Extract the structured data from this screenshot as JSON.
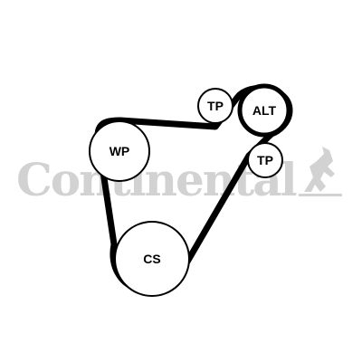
{
  "diagram": {
    "belt_color": "#000000",
    "pulley_fill": "#ffffff",
    "watermark_color": "#d2d2d2",
    "watermark": {
      "brand": "Continental",
      "logo_icon": "prancing-horse-icon"
    },
    "pulleys": [
      {
        "id": "wp",
        "label": "WP"
      },
      {
        "id": "tp-top",
        "label": "TP"
      },
      {
        "id": "alt",
        "label": "ALT"
      },
      {
        "id": "tp-right",
        "label": "TP"
      },
      {
        "id": "cs",
        "label": "CS"
      }
    ]
  }
}
